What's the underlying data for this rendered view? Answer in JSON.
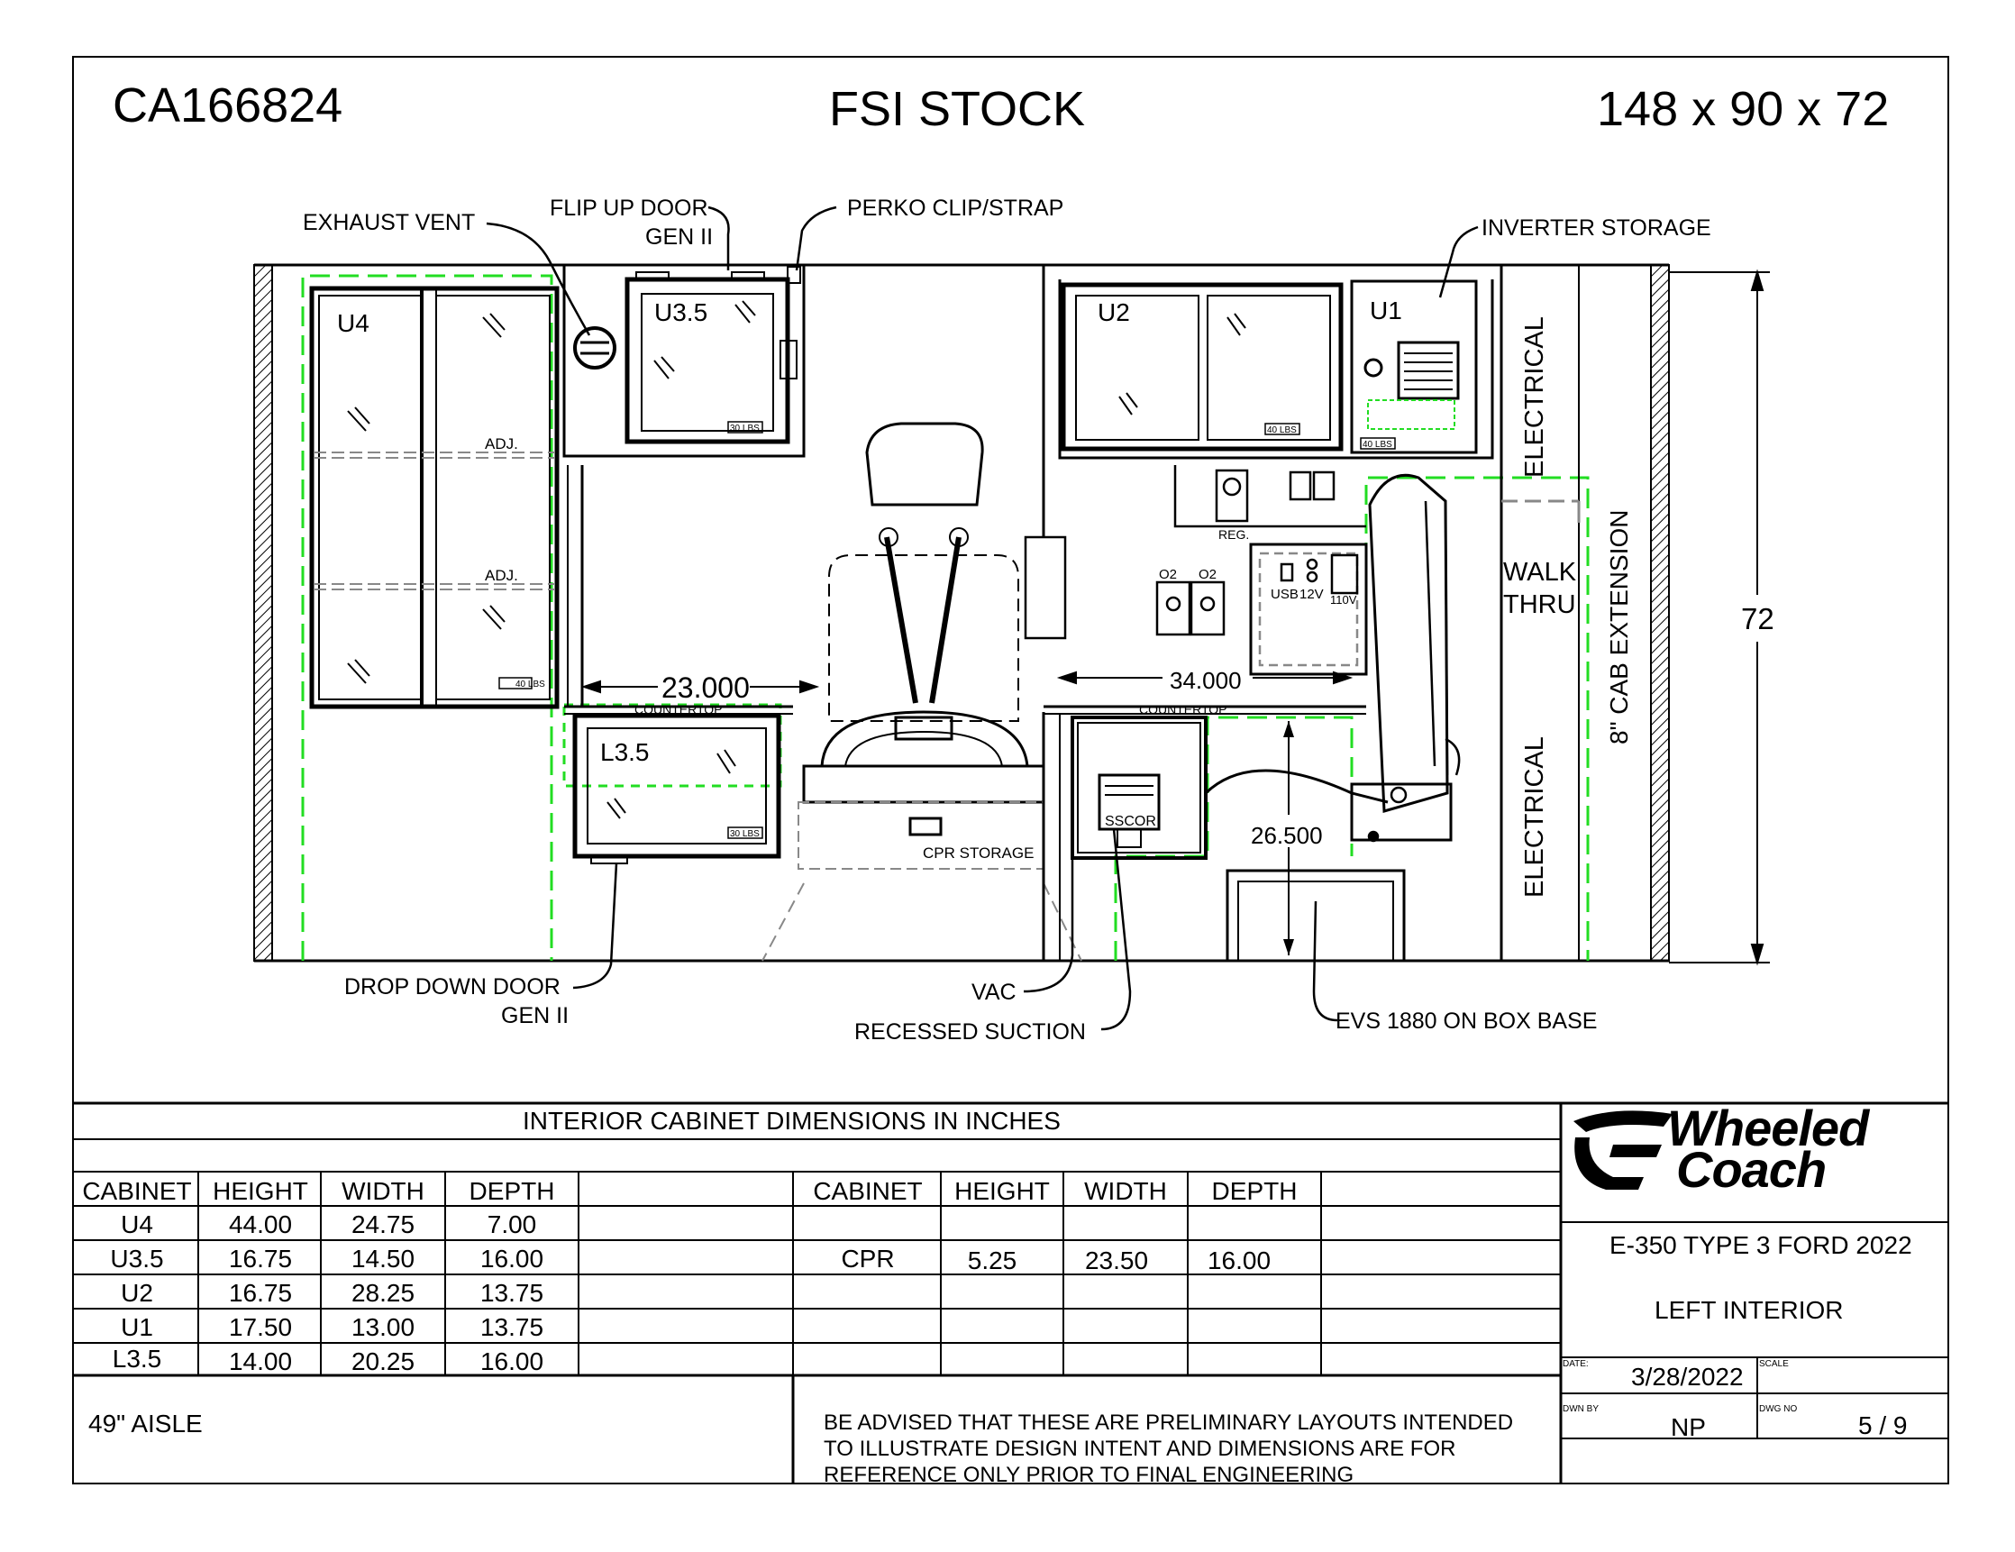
{
  "header": {
    "drawing_id": "CA166824",
    "title": "FSI STOCK",
    "dimensions": "148 x 90 x 72"
  },
  "plan": {
    "cabinets": {
      "u4": "U4",
      "u35": "U3.5",
      "u2": "U2",
      "u1": "U1",
      "l35": "L3.5"
    },
    "weights": {
      "u4": "40 LBS",
      "u35": "30 LBS",
      "u2": "40 LBS",
      "u1": "40 LBS",
      "l35": "30 LBS"
    },
    "adj_upper": "ADJ.",
    "adj_lower": "ADJ.",
    "reg": "REG.",
    "o2_left": "O2",
    "o2_right": "O2",
    "usb": "USB",
    "v12": "12V",
    "v110": "110V",
    "countertop_left": "COUNTERTOP",
    "countertop_right": "COUNTERTOP",
    "dim_left": "23.000",
    "dim_right": "34.000",
    "dim_seat": "26.500",
    "dim_height": "72",
    "cpr_storage": "CPR STORAGE",
    "sscor": "SSCOR",
    "electrical_top": "ELECTRICAL",
    "electrical_bottom": "ELECTRICAL",
    "walk_thru_1": "WALK",
    "walk_thru_2": "THRU",
    "cab_extension": "8\" CAB EXTENSION"
  },
  "callouts": {
    "exhaust_vent": "EXHAUST VENT",
    "flip_up_door_1": "FLIP UP DOOR",
    "flip_up_door_2": "GEN II",
    "perko": "PERKO CLIP/STRAP",
    "inverter_storage": "INVERTER STORAGE",
    "drop_down_door_1": "DROP DOWN DOOR",
    "drop_down_door_2": "GEN II",
    "vac": "VAC",
    "recessed_suction": "RECESSED SUCTION",
    "evs": "EVS 1880 ON BOX BASE"
  },
  "table": {
    "title": "INTERIOR CABINET DIMENSIONS IN INCHES",
    "headers": [
      "CABINET",
      "HEIGHT",
      "WIDTH",
      "DEPTH"
    ],
    "left_rows": [
      [
        "U4",
        "44.00",
        "24.75",
        "7.00"
      ],
      [
        "U3.5",
        "16.75",
        "14.50",
        "16.00"
      ],
      [
        "U2",
        "16.75",
        "28.25",
        "13.75"
      ],
      [
        "U1",
        "17.50",
        "13.00",
        "13.75"
      ],
      [
        "L3.5",
        "14.00",
        "20.25",
        "16.00"
      ]
    ],
    "right_rows": [
      [
        "",
        "",
        "",
        ""
      ],
      [
        "CPR",
        "5.25",
        "23.50",
        "16.00"
      ],
      [
        "",
        "",
        "",
        ""
      ],
      [
        "",
        "",
        "",
        ""
      ],
      [
        "",
        "",
        "",
        ""
      ]
    ]
  },
  "footer": {
    "aisle": "49\" AISLE",
    "disclaimer_1": "BE ADVISED THAT THESE ARE PRELIMINARY LAYOUTS INTENDED",
    "disclaimer_2": "TO ILLUSTRATE DESIGN INTENT AND DIMENSIONS  ARE FOR",
    "disclaimer_3": "REFERENCE ONLY PRIOR TO FINAL ENGINEERING"
  },
  "title_block": {
    "logo_line1": "Wheeled",
    "logo_line2": "Coach",
    "vehicle": "E-350 TYPE 3 FORD 2022",
    "view": "LEFT INTERIOR",
    "date_label": "DATE:",
    "date": "3/28/2022",
    "scale_label": "SCALE",
    "drawn_by_label": "DWN BY",
    "drawn_by": "NP",
    "dwg_no_label": "DWG NO",
    "dwg_no": "5 / 9"
  },
  "colors": {
    "line": "#000000",
    "green_dash": "#22dd22",
    "gray": "#888888"
  }
}
